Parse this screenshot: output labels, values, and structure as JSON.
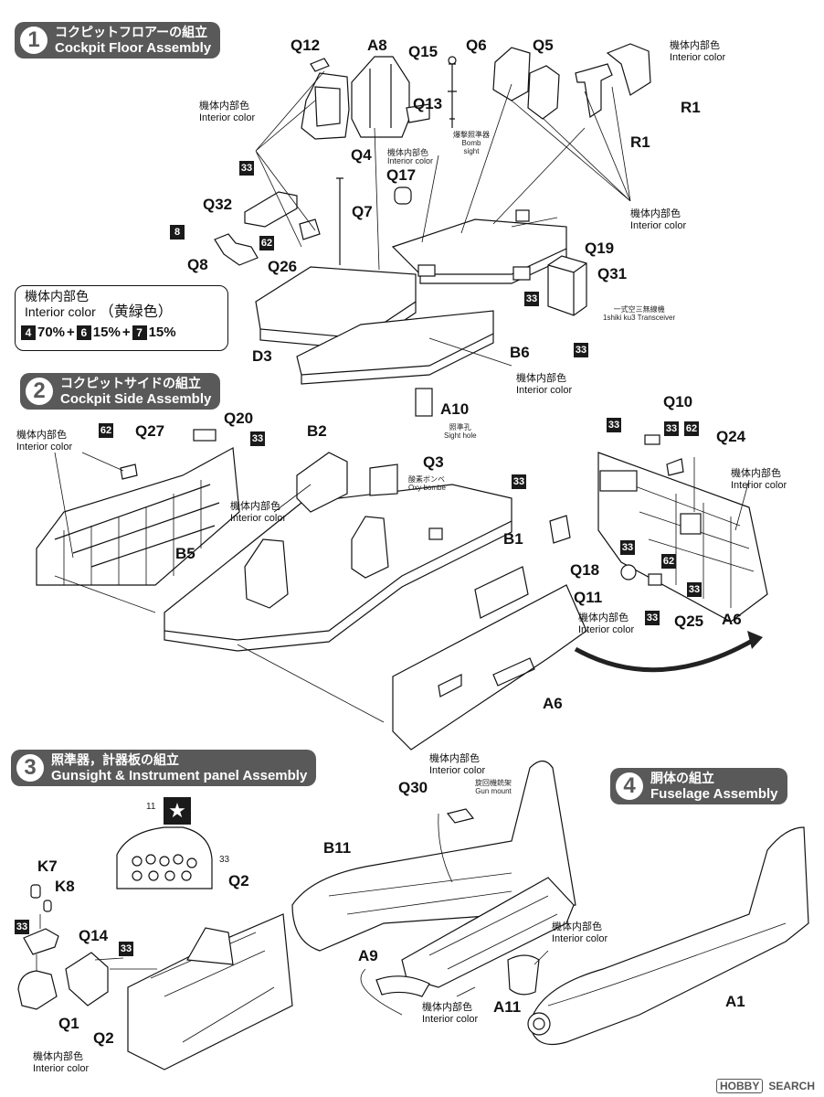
{
  "sections": {
    "s1": {
      "number": "1",
      "jp": "コクピットフロアーの組立",
      "en": "Cockpit Floor Assembly"
    },
    "s2": {
      "number": "2",
      "jp": "コクピットサイドの組立",
      "en": "Cockpit Side Assembly"
    },
    "s3": {
      "number": "3",
      "jp": "照準器，計器板の組立",
      "en": "Gunsight & Instrument panel Assembly"
    },
    "s4": {
      "number": "4",
      "jp": "胴体の組立",
      "en": "Fuselage Assembly"
    }
  },
  "color_jp": "機体内部色",
  "color_en": "Interior color",
  "mix": {
    "jp": "機体内部色",
    "en": "Interior color",
    "paren": "（黄緑色）",
    "c1": "4",
    "p1": "70%",
    "c2": "6",
    "p2": "15%",
    "c3": "7",
    "p3": "15%",
    "plus": "+"
  },
  "parts": {
    "q12": "Q12",
    "a8": "A8",
    "q15": "Q15",
    "q6": "Q6",
    "q5": "Q5",
    "r1a": "R1",
    "r1b": "R1",
    "q13": "Q13",
    "q4": "Q4",
    "q17": "Q17",
    "q32": "Q32",
    "q7": "Q7",
    "q8": "Q8",
    "q26": "Q26",
    "q19": "Q19",
    "q31": "Q31",
    "d3": "D3",
    "b6": "B6",
    "a10": "A10",
    "q27": "Q27",
    "q20": "Q20",
    "b2": "B2",
    "q3": "Q3",
    "b5": "B5",
    "b1": "B1",
    "a6a": "A6",
    "q10": "Q10",
    "q24": "Q24",
    "q18": "Q18",
    "q11": "Q11",
    "q25": "Q25",
    "a6b": "A6",
    "q30": "Q30",
    "b11": "B11",
    "k7": "K7",
    "k8": "K8",
    "q14": "Q14",
    "q2a": "Q2",
    "a9": "A9",
    "a11": "A11",
    "a1": "A1",
    "q1": "Q1",
    "q2b": "Q2"
  },
  "badges": {
    "b8": "8",
    "b62": "62",
    "b33": "33",
    "b11": "11"
  },
  "notes": {
    "bomb_jp": "爆撃照準器",
    "bomb_en1": "Bomb",
    "bomb_en2": "sight",
    "sight_jp": "照準孔",
    "sight_en": "Sight hole",
    "radio_jp": "一式空三無線機",
    "radio_en": "1shiki ku3 Transceiver",
    "oxy_jp": "酸素ボンベ",
    "oxy_en": "Oxy bombe",
    "gun_jp": "旋回機銃架",
    "gun_en": "Gun mount"
  },
  "watermark": {
    "logo": "HOBBY",
    "text": "SEARCH"
  }
}
